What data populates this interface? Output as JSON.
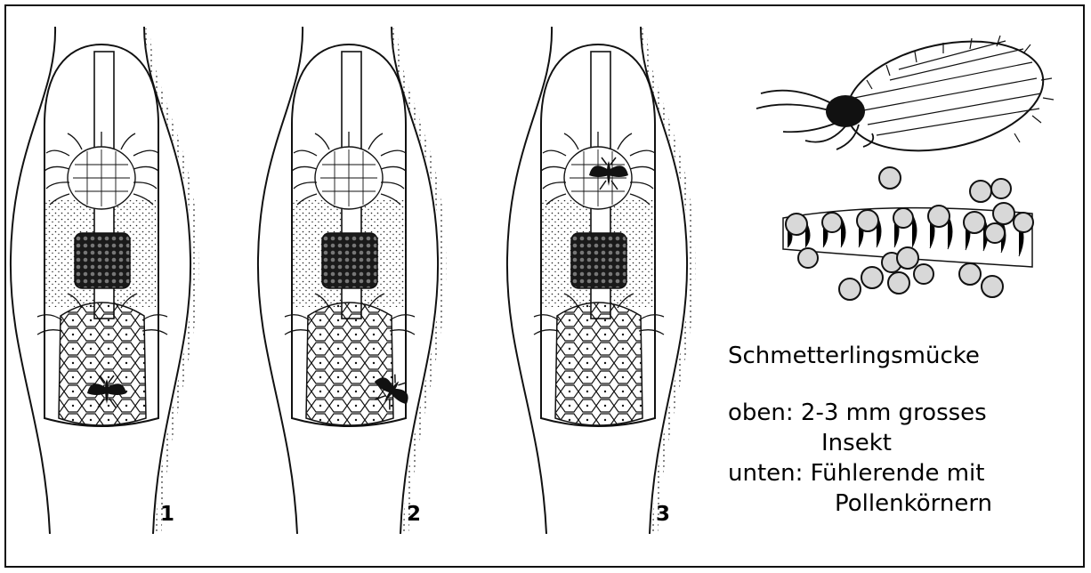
{
  "figure": {
    "panels": [
      {
        "label": "1"
      },
      {
        "label": "2"
      },
      {
        "label": "3"
      }
    ],
    "caption": {
      "title": "Schmetterlingsmücke",
      "line_top_1": "oben: 2-3 mm grosses",
      "line_top_2": "Insekt",
      "line_bottom_1": "unten: Fühlerende mit",
      "line_bottom_2": "Pollenkörnern"
    }
  }
}
